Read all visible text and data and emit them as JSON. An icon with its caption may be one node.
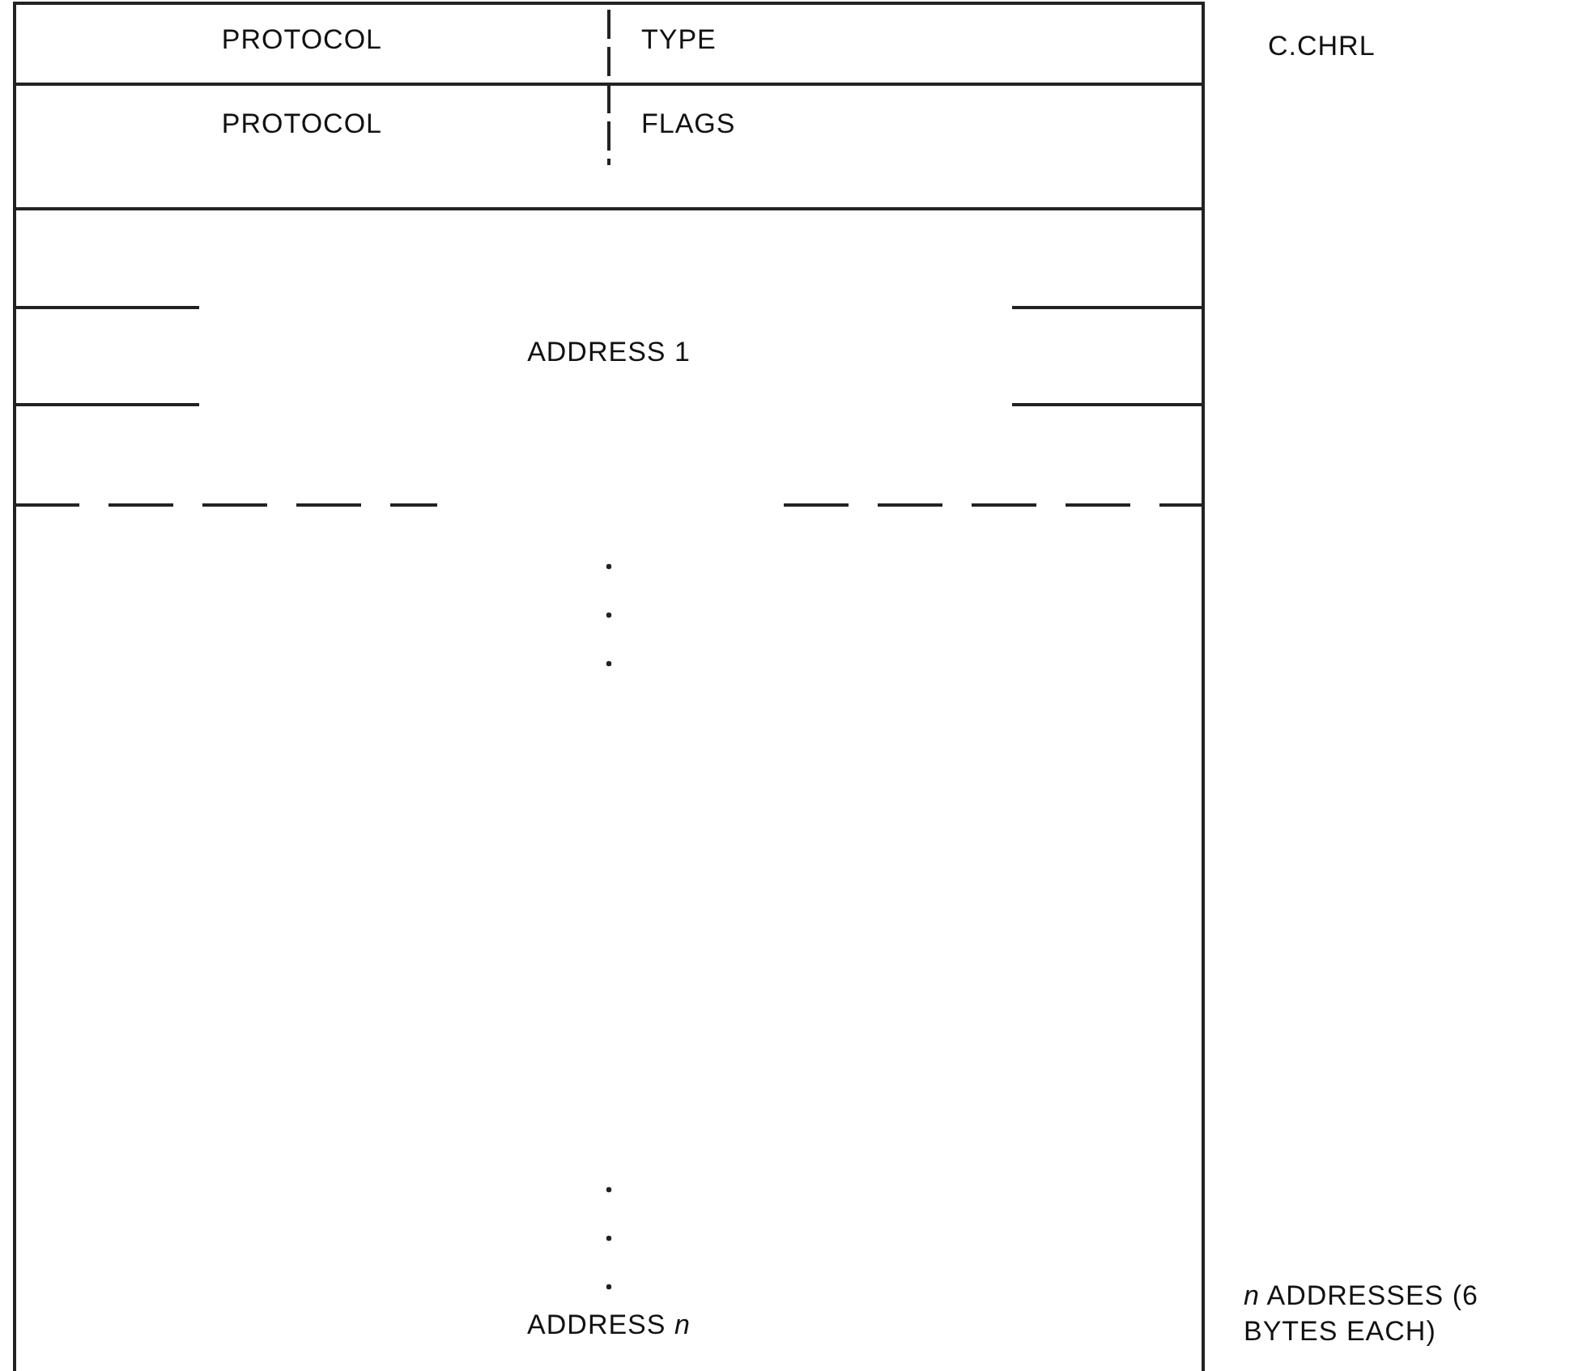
{
  "diagram": {
    "nodes": [
      {
        "text": [
          "PROTOCOL",
          "TYPE"
        ],
        "beside": [
          "C.CHRL"
        ]
      },
      {
        "text": [
          "PROTOCOL",
          "FLAGS"
        ]
      },
      {
        "text": [
          "ADDRESS 1"
        ]
      },
      {
        "text": [
          "ADDRESS *n*"
        ],
        "beside": [
          "*n* ADDRESSES (6 BYTES EACH)"
        ]
      }
    ],
    "edges": []
  }
}
